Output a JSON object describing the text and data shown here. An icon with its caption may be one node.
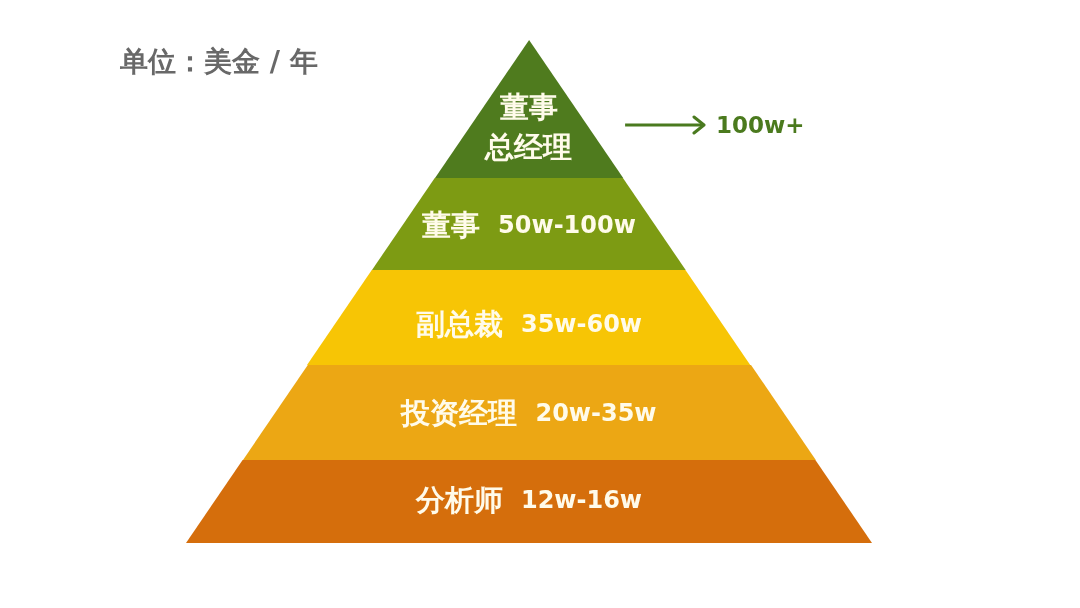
{
  "diagram": {
    "nodes": [
      {
        "text": [
          "董事总经理"
        ]
      },
      {
        "text": [
          "董事",
          "50w-100w"
        ]
      },
      {
        "text": [
          "副总裁",
          "35w-60w"
        ]
      },
      {
        "text": [
          "投资经理",
          "20w-35w"
        ]
      },
      {
        "text": [
          "分析师",
          "12w-16w"
        ]
      },
      {
        "text": [
          "100w+"
        ]
      }
    ],
    "edges": [
      {
        "from": 0,
        "to": 5,
        "arrow": "to"
      }
    ],
    "labels": [
      "单位：美金 / 年"
    ]
  }
}
